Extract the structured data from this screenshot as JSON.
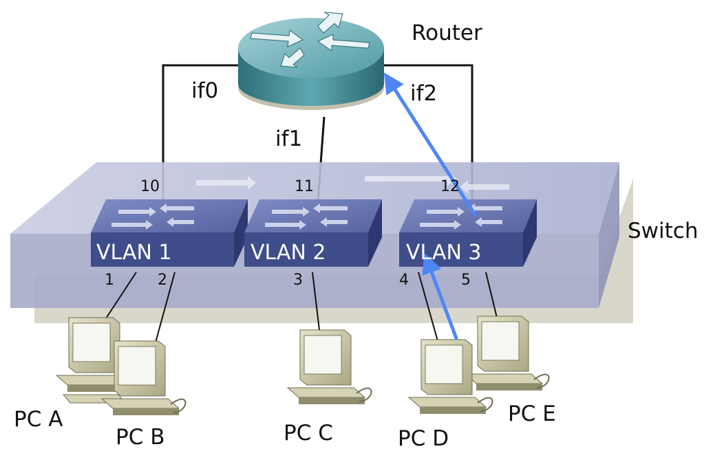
{
  "router": {
    "label": "Router"
  },
  "interfaces": {
    "if0": "if0",
    "if1": "if1",
    "if2": "if2"
  },
  "switch": {
    "label": "Switch"
  },
  "vlans": [
    {
      "label": "VLAN 1"
    },
    {
      "label": "VLAN 2"
    },
    {
      "label": "VLAN 3"
    }
  ],
  "ports": {
    "p1": "1",
    "p2": "2",
    "p3": "3",
    "p4": "4",
    "p5": "5",
    "p10": "10",
    "p11": "11",
    "p12": "12"
  },
  "pcs": [
    {
      "label": "PC A"
    },
    {
      "label": "PC B"
    },
    {
      "label": "PC C"
    },
    {
      "label": "PC D"
    },
    {
      "label": "PC E"
    }
  ],
  "colors": {
    "packet_arrow": "#4f86f7",
    "switch_body": "#b7bbd6",
    "vlan_switch": "#3f4d8a",
    "router_body": "#3e8a95",
    "pc_body": "#c9c7a6"
  }
}
